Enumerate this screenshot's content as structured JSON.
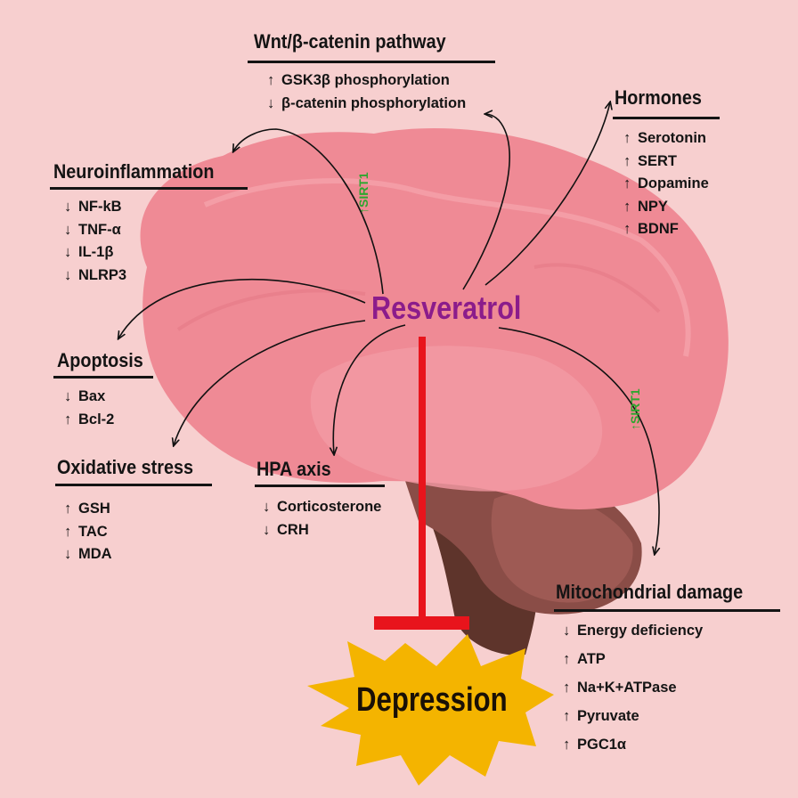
{
  "center": "Resveratrol",
  "outcome": "Depression",
  "sirt_label": "↑SIRT1",
  "colors": {
    "background": "#f7cfcf",
    "brain": "#ef8a95",
    "center_text": "#8b1c8b",
    "inhibit": "#e8141c",
    "star": "#f4b400",
    "sirt": "#2fa62f"
  },
  "nodes": {
    "wnt": {
      "title": "Wnt/β-catenin pathway",
      "items": [
        {
          "arrow": "↑",
          "text": "GSK3β phosphorylation"
        },
        {
          "arrow": "↓",
          "text": "β-catenin phosphorylation"
        }
      ]
    },
    "hormones": {
      "title": "Hormones",
      "items": [
        {
          "arrow": "↑",
          "text": "Serotonin"
        },
        {
          "arrow": "↑",
          "text": "SERT"
        },
        {
          "arrow": "↑",
          "text": "Dopamine"
        },
        {
          "arrow": "↑",
          "text": "NPY"
        },
        {
          "arrow": "↑",
          "text": "BDNF"
        }
      ]
    },
    "neuro": {
      "title": "Neuroinflammation",
      "items": [
        {
          "arrow": "↓",
          "text": "NF-kB"
        },
        {
          "arrow": "↓",
          "text": "TNF-α"
        },
        {
          "arrow": "↓",
          "text": "IL-1β"
        },
        {
          "arrow": "↓",
          "text": "NLRP3"
        }
      ]
    },
    "apoptosis": {
      "title": "Apoptosis",
      "items": [
        {
          "arrow": "↓",
          "text": "Bax"
        },
        {
          "arrow": "↑",
          "text": "Bcl-2"
        }
      ]
    },
    "oxidative": {
      "title": "Oxidative stress",
      "items": [
        {
          "arrow": "↑",
          "text": "GSH"
        },
        {
          "arrow": "↑",
          "text": "TAC"
        },
        {
          "arrow": "↓",
          "text": "MDA"
        }
      ]
    },
    "hpa": {
      "title": "HPA axis",
      "items": [
        {
          "arrow": "↓",
          "text": "Corticosterone"
        },
        {
          "arrow": "↓",
          "text": "CRH"
        }
      ]
    },
    "mito": {
      "title": "Mitochondrial damage",
      "items": [
        {
          "arrow": "↓",
          "text": "Energy deficiency"
        },
        {
          "arrow": "↑",
          "text": "ATP"
        },
        {
          "arrow": "↑",
          "text": "Na+K+ATPase"
        },
        {
          "arrow": "↑",
          "text": "Pyruvate"
        },
        {
          "arrow": "↑",
          "text": "PGC1α"
        }
      ]
    }
  }
}
